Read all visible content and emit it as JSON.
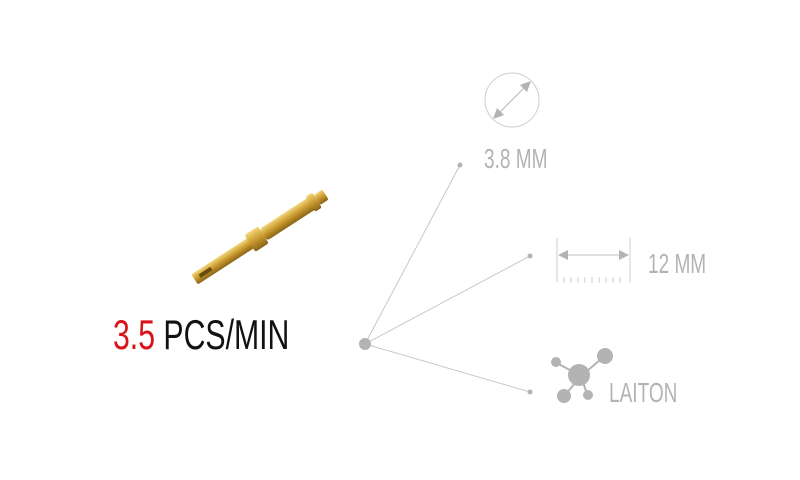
{
  "headline": {
    "rate": "3.5",
    "unit": "PCS/MIN"
  },
  "specs": [
    {
      "label": "3.8 MM",
      "icon": "diameter-icon"
    },
    {
      "label": "12 MM",
      "icon": "length-ruler-icon"
    },
    {
      "label": "LAITON",
      "icon": "molecule-icon"
    }
  ],
  "colors": {
    "accent": "#d7141a",
    "text": "#111111",
    "muted": "#b3b3b3",
    "brass": "#c9a03a"
  }
}
